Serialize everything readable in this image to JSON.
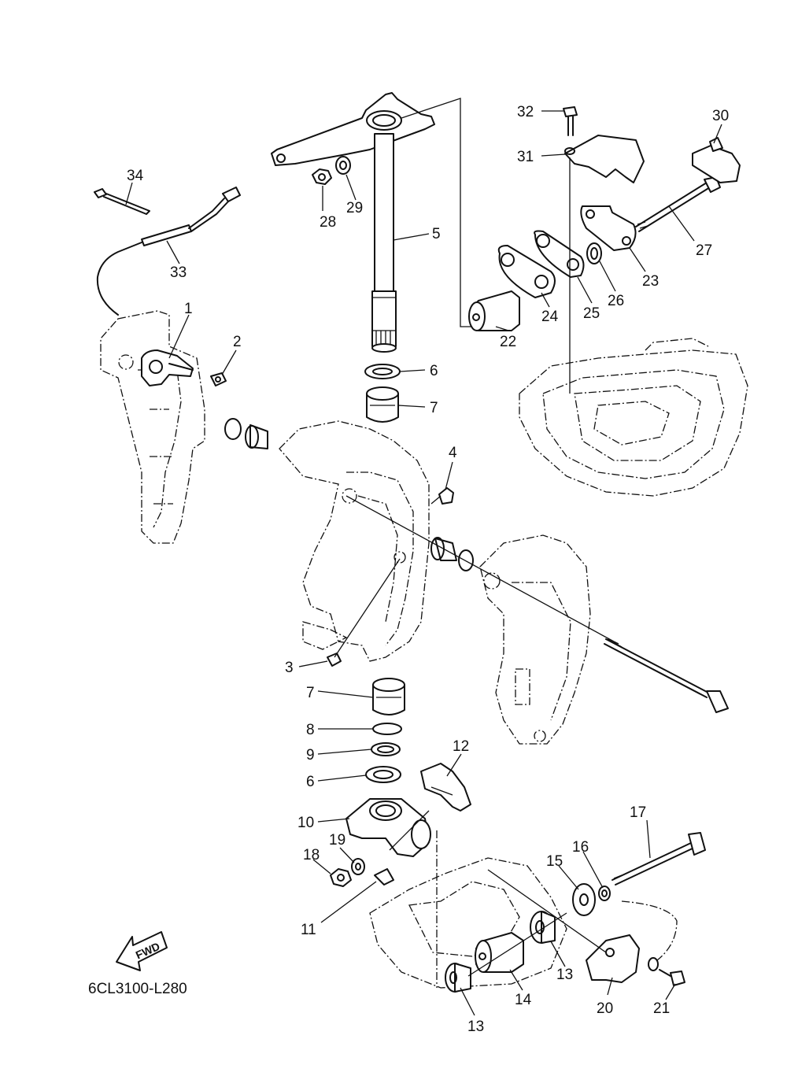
{
  "diagram_code": "6CL3100-L280",
  "fwd_label": "FWD",
  "callouts": [
    {
      "id": "c34",
      "label": "34"
    },
    {
      "id": "c33",
      "label": "33"
    },
    {
      "id": "c1",
      "label": "1"
    },
    {
      "id": "c2",
      "label": "2"
    },
    {
      "id": "c28",
      "label": "28"
    },
    {
      "id": "c29",
      "label": "29"
    },
    {
      "id": "c5",
      "label": "5"
    },
    {
      "id": "c32",
      "label": "32"
    },
    {
      "id": "c31",
      "label": "31"
    },
    {
      "id": "c30",
      "label": "30"
    },
    {
      "id": "c27",
      "label": "27"
    },
    {
      "id": "c23",
      "label": "23"
    },
    {
      "id": "c26",
      "label": "26"
    },
    {
      "id": "c25",
      "label": "25"
    },
    {
      "id": "c24",
      "label": "24"
    },
    {
      "id": "c22",
      "label": "22"
    },
    {
      "id": "c6a",
      "label": "6"
    },
    {
      "id": "c7a",
      "label": "7"
    },
    {
      "id": "c4",
      "label": "4"
    },
    {
      "id": "c3",
      "label": "3"
    },
    {
      "id": "c7b",
      "label": "7"
    },
    {
      "id": "c8",
      "label": "8"
    },
    {
      "id": "c9",
      "label": "9"
    },
    {
      "id": "c6b",
      "label": "6"
    },
    {
      "id": "c12",
      "label": "12"
    },
    {
      "id": "c10",
      "label": "10"
    },
    {
      "id": "c19",
      "label": "19"
    },
    {
      "id": "c18",
      "label": "18"
    },
    {
      "id": "c11",
      "label": "11"
    },
    {
      "id": "c17",
      "label": "17"
    },
    {
      "id": "c16",
      "label": "16"
    },
    {
      "id": "c15",
      "label": "15"
    },
    {
      "id": "c13a",
      "label": "13"
    },
    {
      "id": "c14",
      "label": "14"
    },
    {
      "id": "c13b",
      "label": "13"
    },
    {
      "id": "c20",
      "label": "20"
    },
    {
      "id": "c21",
      "label": "21"
    }
  ]
}
